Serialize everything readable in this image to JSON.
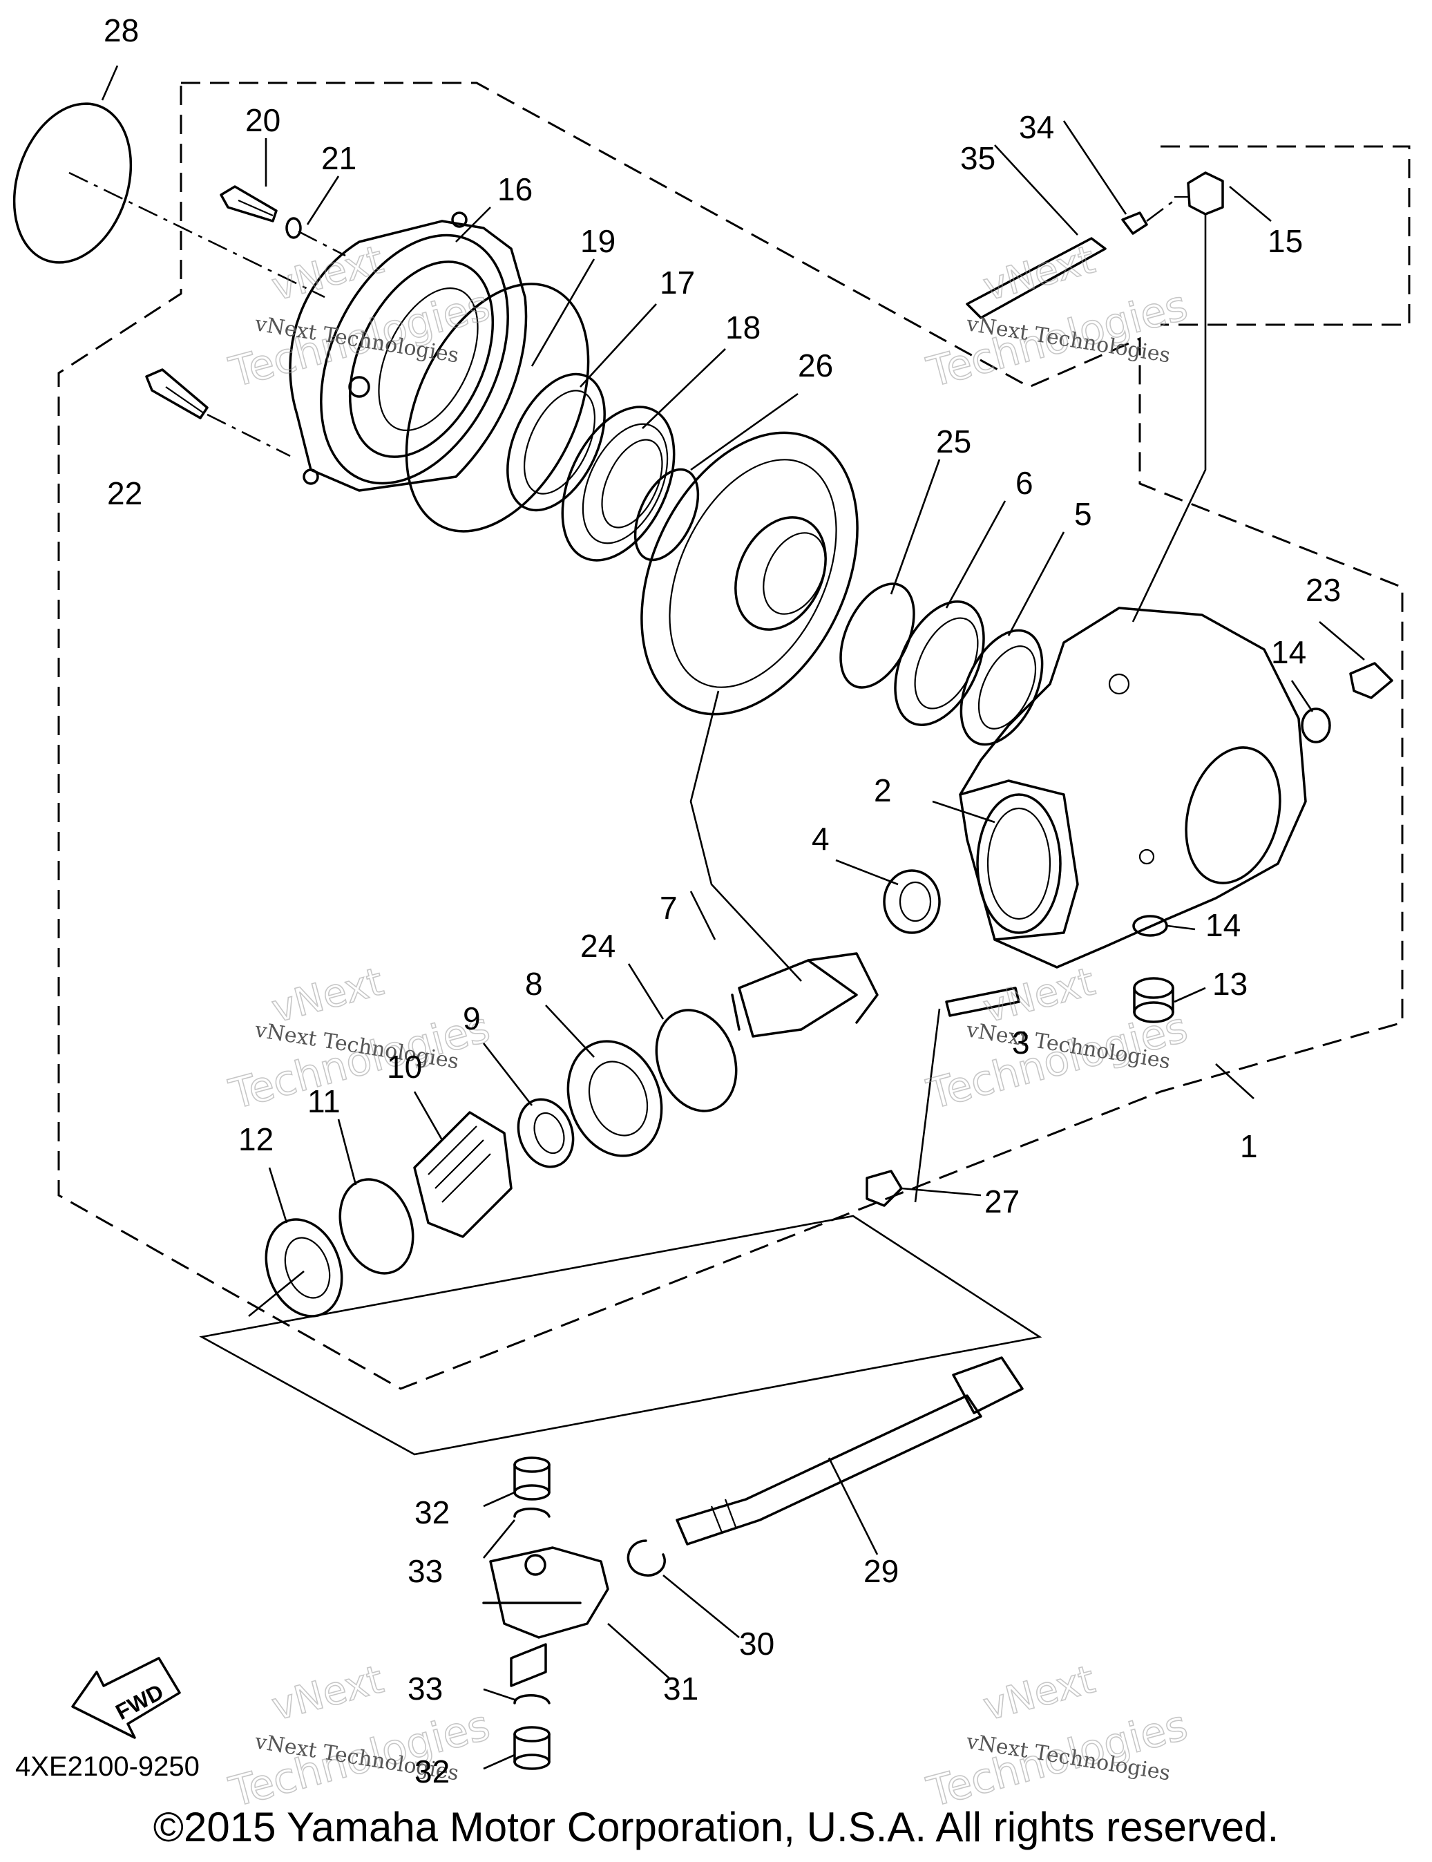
{
  "diagram_code": "4XE2100-9250",
  "copyright": "©2015 Yamaha Motor Corporation, U.S.A. All rights reserved.",
  "fwd_label": "FWD",
  "watermark": {
    "line1": "vNext",
    "line2": "Technologies",
    "caption": "vNext Technologies"
  },
  "callouts": {
    "c1": "1",
    "c2": "2",
    "c3": "3",
    "c4": "4",
    "c5": "5",
    "c6": "6",
    "c7": "7",
    "c8": "8",
    "c9": "9",
    "c10": "10",
    "c11": "11",
    "c12": "12",
    "c13": "13",
    "c14a": "14",
    "c14b": "14",
    "c15": "15",
    "c16": "16",
    "c17": "17",
    "c18": "18",
    "c19": "19",
    "c20": "20",
    "c21": "21",
    "c22": "22",
    "c23": "23",
    "c24": "24",
    "c25": "25",
    "c26": "26",
    "c27": "27",
    "c28": "28",
    "c29": "29",
    "c30": "30",
    "c31": "31",
    "c32a": "32",
    "c32b": "32",
    "c33a": "33",
    "c33b": "33",
    "c34": "34",
    "c35": "35"
  }
}
